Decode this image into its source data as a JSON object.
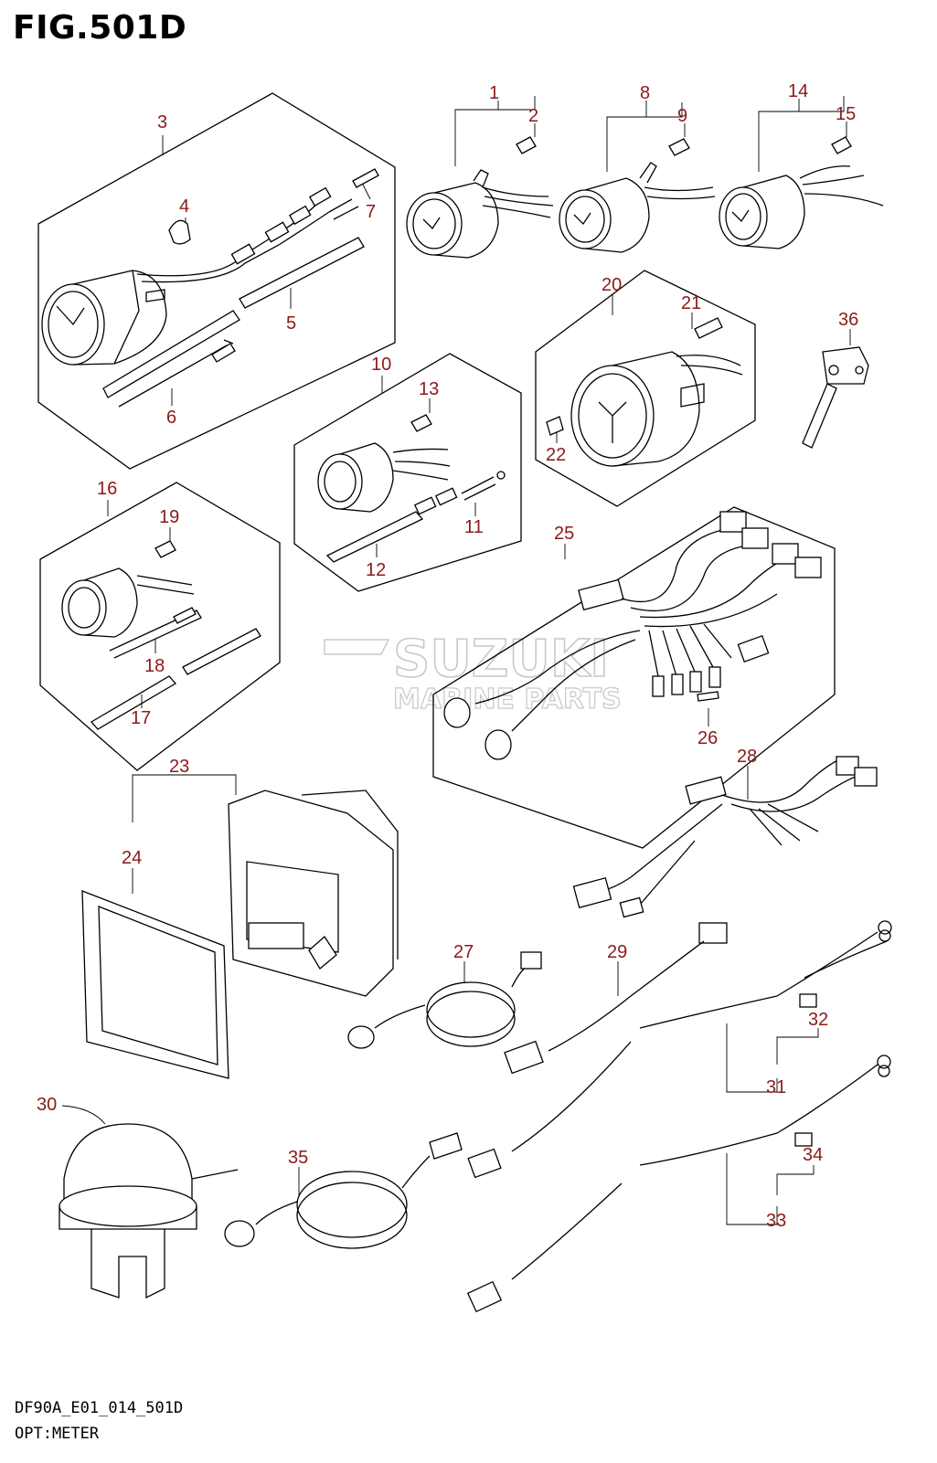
{
  "figure": {
    "title": "FIG.501D",
    "code": "DF90A_E01_014_501D",
    "name": "OPT:METER"
  },
  "watermark": {
    "brand": "SUZUKI",
    "line2": "MARINE PARTS"
  },
  "callouts": [
    "1",
    "2",
    "3",
    "4",
    "5",
    "6",
    "7",
    "8",
    "9",
    "10",
    "11",
    "12",
    "13",
    "14",
    "15",
    "16",
    "17",
    "18",
    "19",
    "20",
    "21",
    "22",
    "23",
    "24",
    "25",
    "26",
    "27",
    "28",
    "29",
    "30",
    "31",
    "32",
    "33",
    "34",
    "35",
    "36"
  ],
  "colors": {
    "callout": "#8b1a1a",
    "line": "#000000",
    "watermark": "#c8c8c8"
  }
}
